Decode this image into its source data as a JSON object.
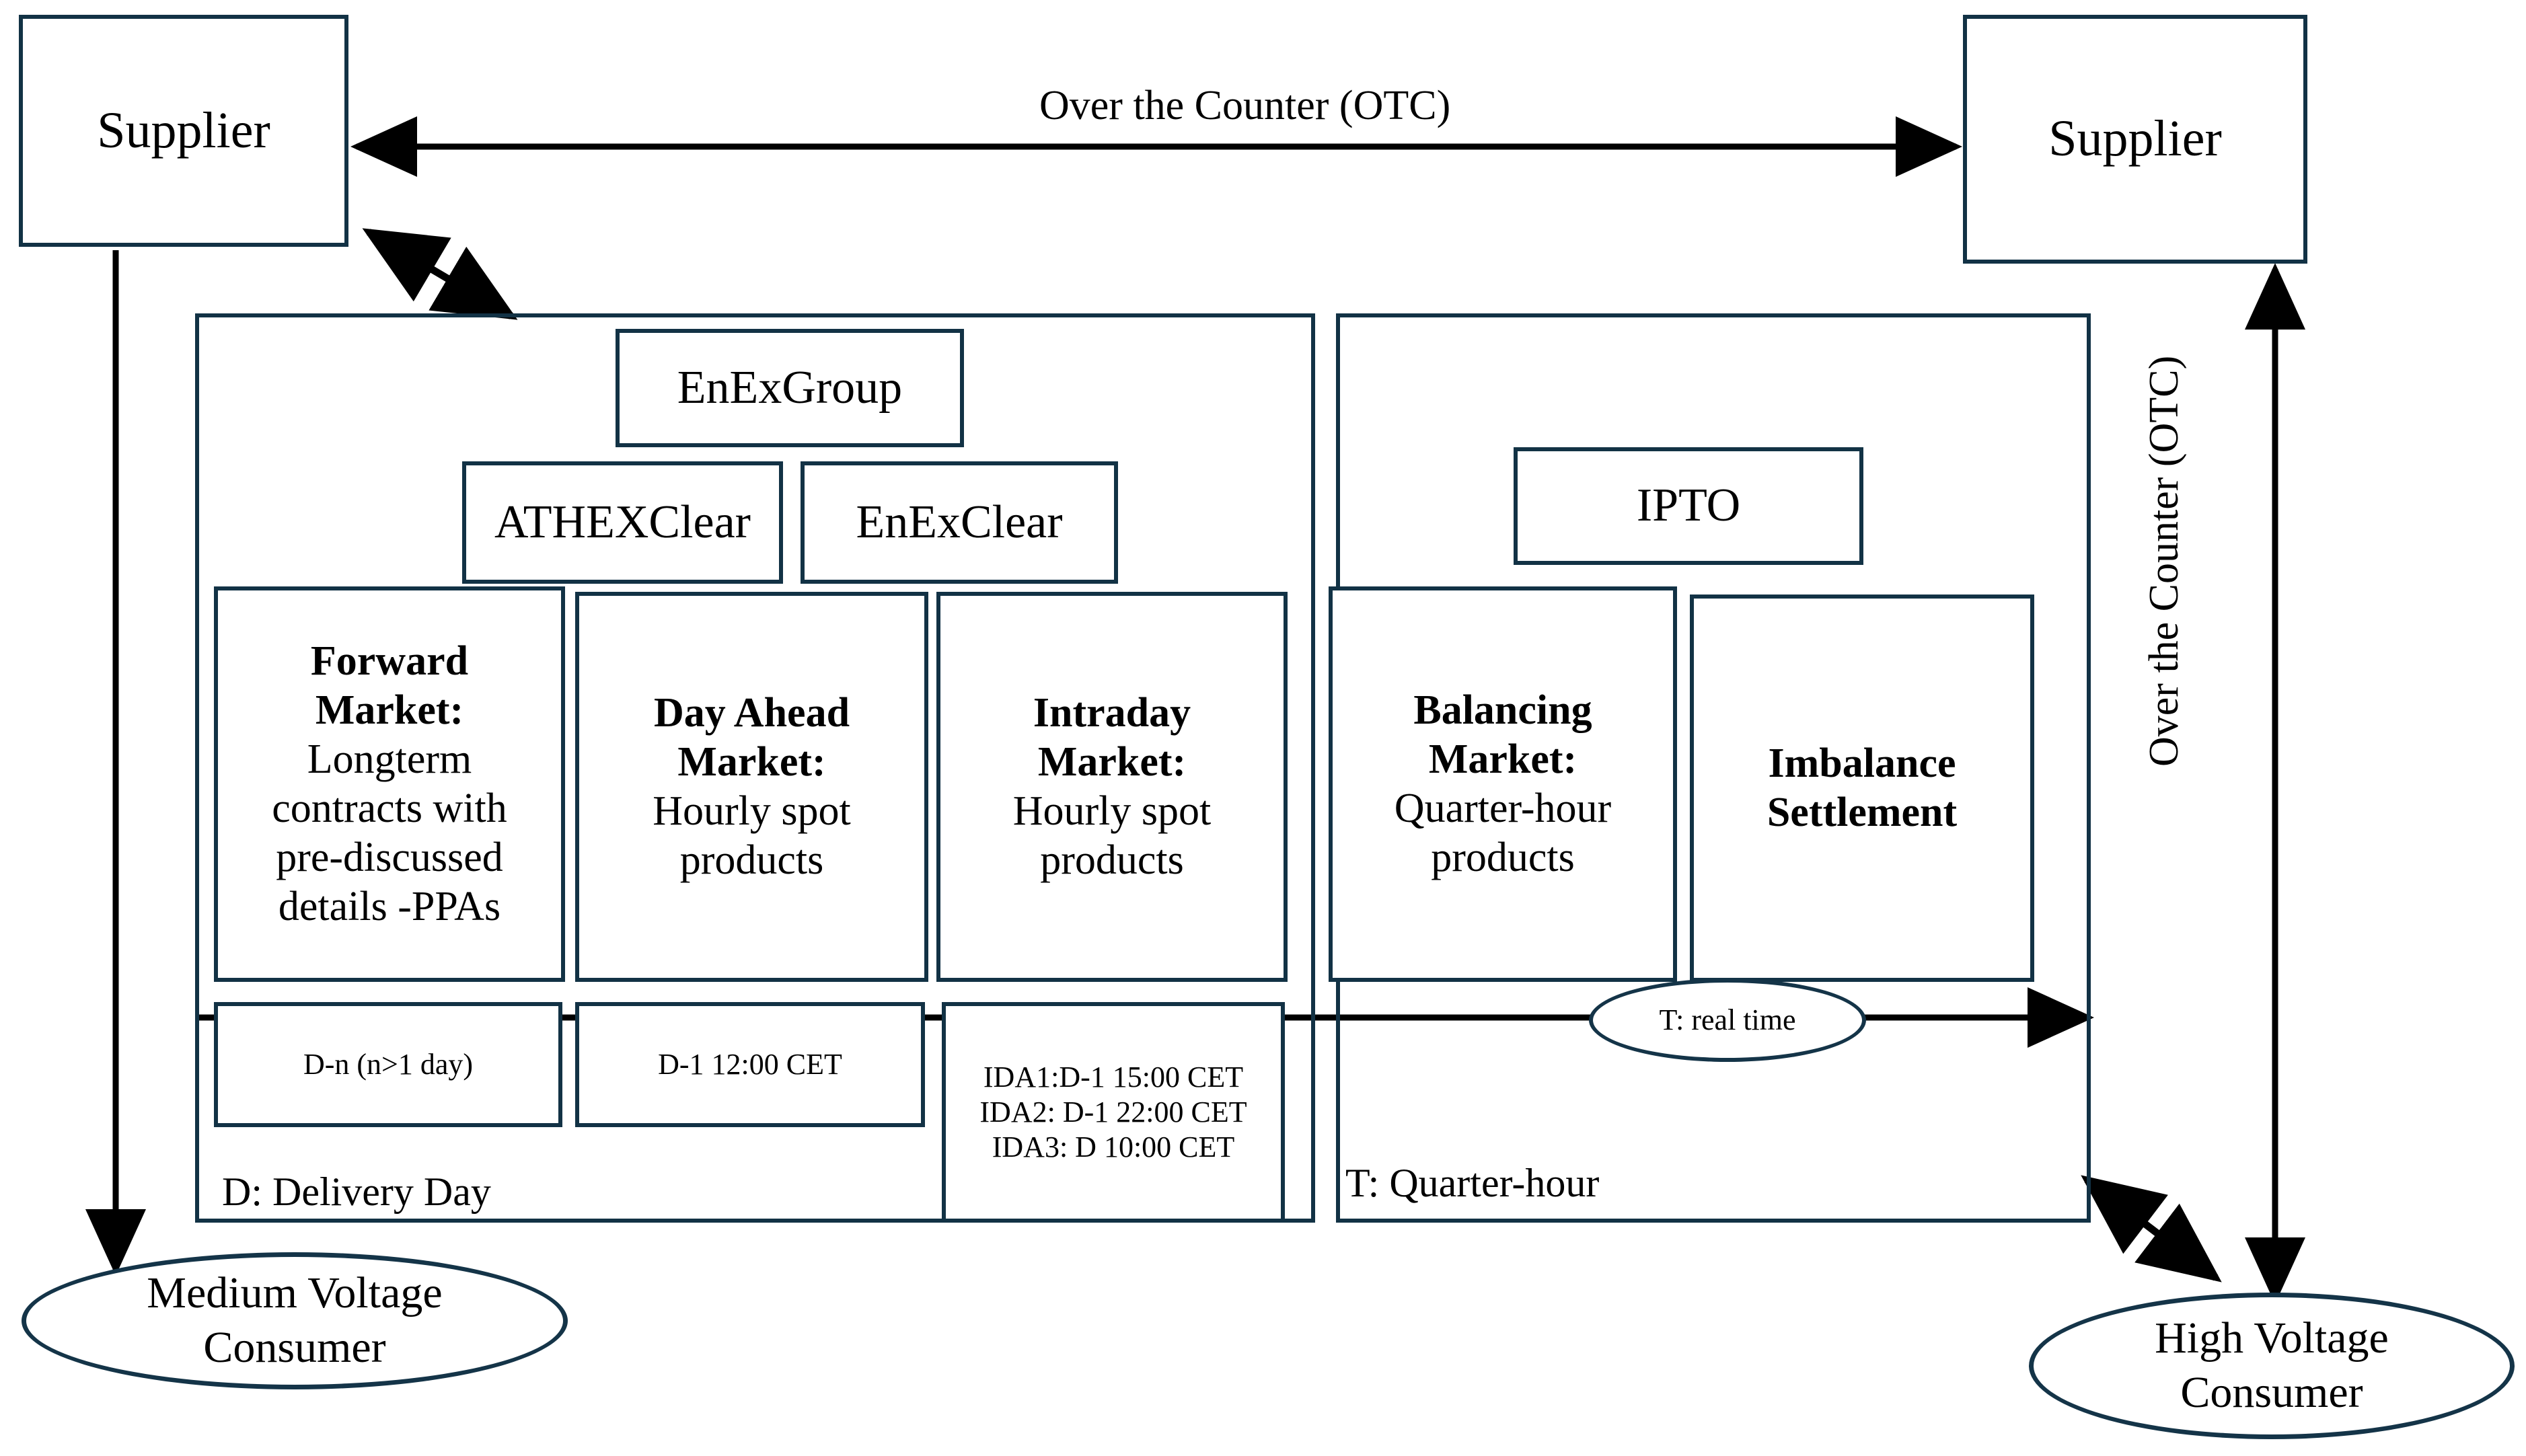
{
  "diagram": {
    "title": "Greek electricity market structure",
    "colors": {
      "border": "#123245",
      "ellipse_border": "#143448",
      "arrow": "#000000",
      "background": "#ffffff"
    }
  },
  "suppliers": {
    "left_label": "Supplier",
    "right_label": "Supplier"
  },
  "connections": {
    "otc_top": "Over the Counter (OTC)",
    "otc_side": "Over the Counter (OTC)",
    "realtime_bubble": "T: real time"
  },
  "exchange_panel": {
    "group_label": "EnExGroup",
    "clearing": [
      {
        "label": "ATHEXClear"
      },
      {
        "label": "EnExClear"
      }
    ],
    "markets": [
      {
        "title": "Forward\nMarket:",
        "body": "Longterm\ncontracts with\npre-discussed\ndetails -PPAs",
        "timing": "D-n (n>1 day)"
      },
      {
        "title": "Day Ahead\nMarket:",
        "body": "Hourly spot\nproducts",
        "timing": "D-1 12:00 CET"
      },
      {
        "title": "Intraday\nMarket:",
        "body": "Hourly spot\nproducts",
        "timing": "IDA1:D-1 15:00 CET\nIDA2: D-1 22:00 CET\nIDA3: D 10:00  CET"
      }
    ],
    "footnote": "D: Delivery Day"
  },
  "tso_panel": {
    "operator_label": "IPTO",
    "markets": [
      {
        "title": "Balancing\nMarket:",
        "body": "Quarter-hour\nproducts"
      },
      {
        "title": "Imbalance\nSettlement",
        "body": ""
      }
    ],
    "footnote": "T: Quarter-hour"
  },
  "consumers": {
    "medium_voltage": "Medium Voltage\nConsumer",
    "high_voltage": "High Voltage\nConsumer"
  }
}
